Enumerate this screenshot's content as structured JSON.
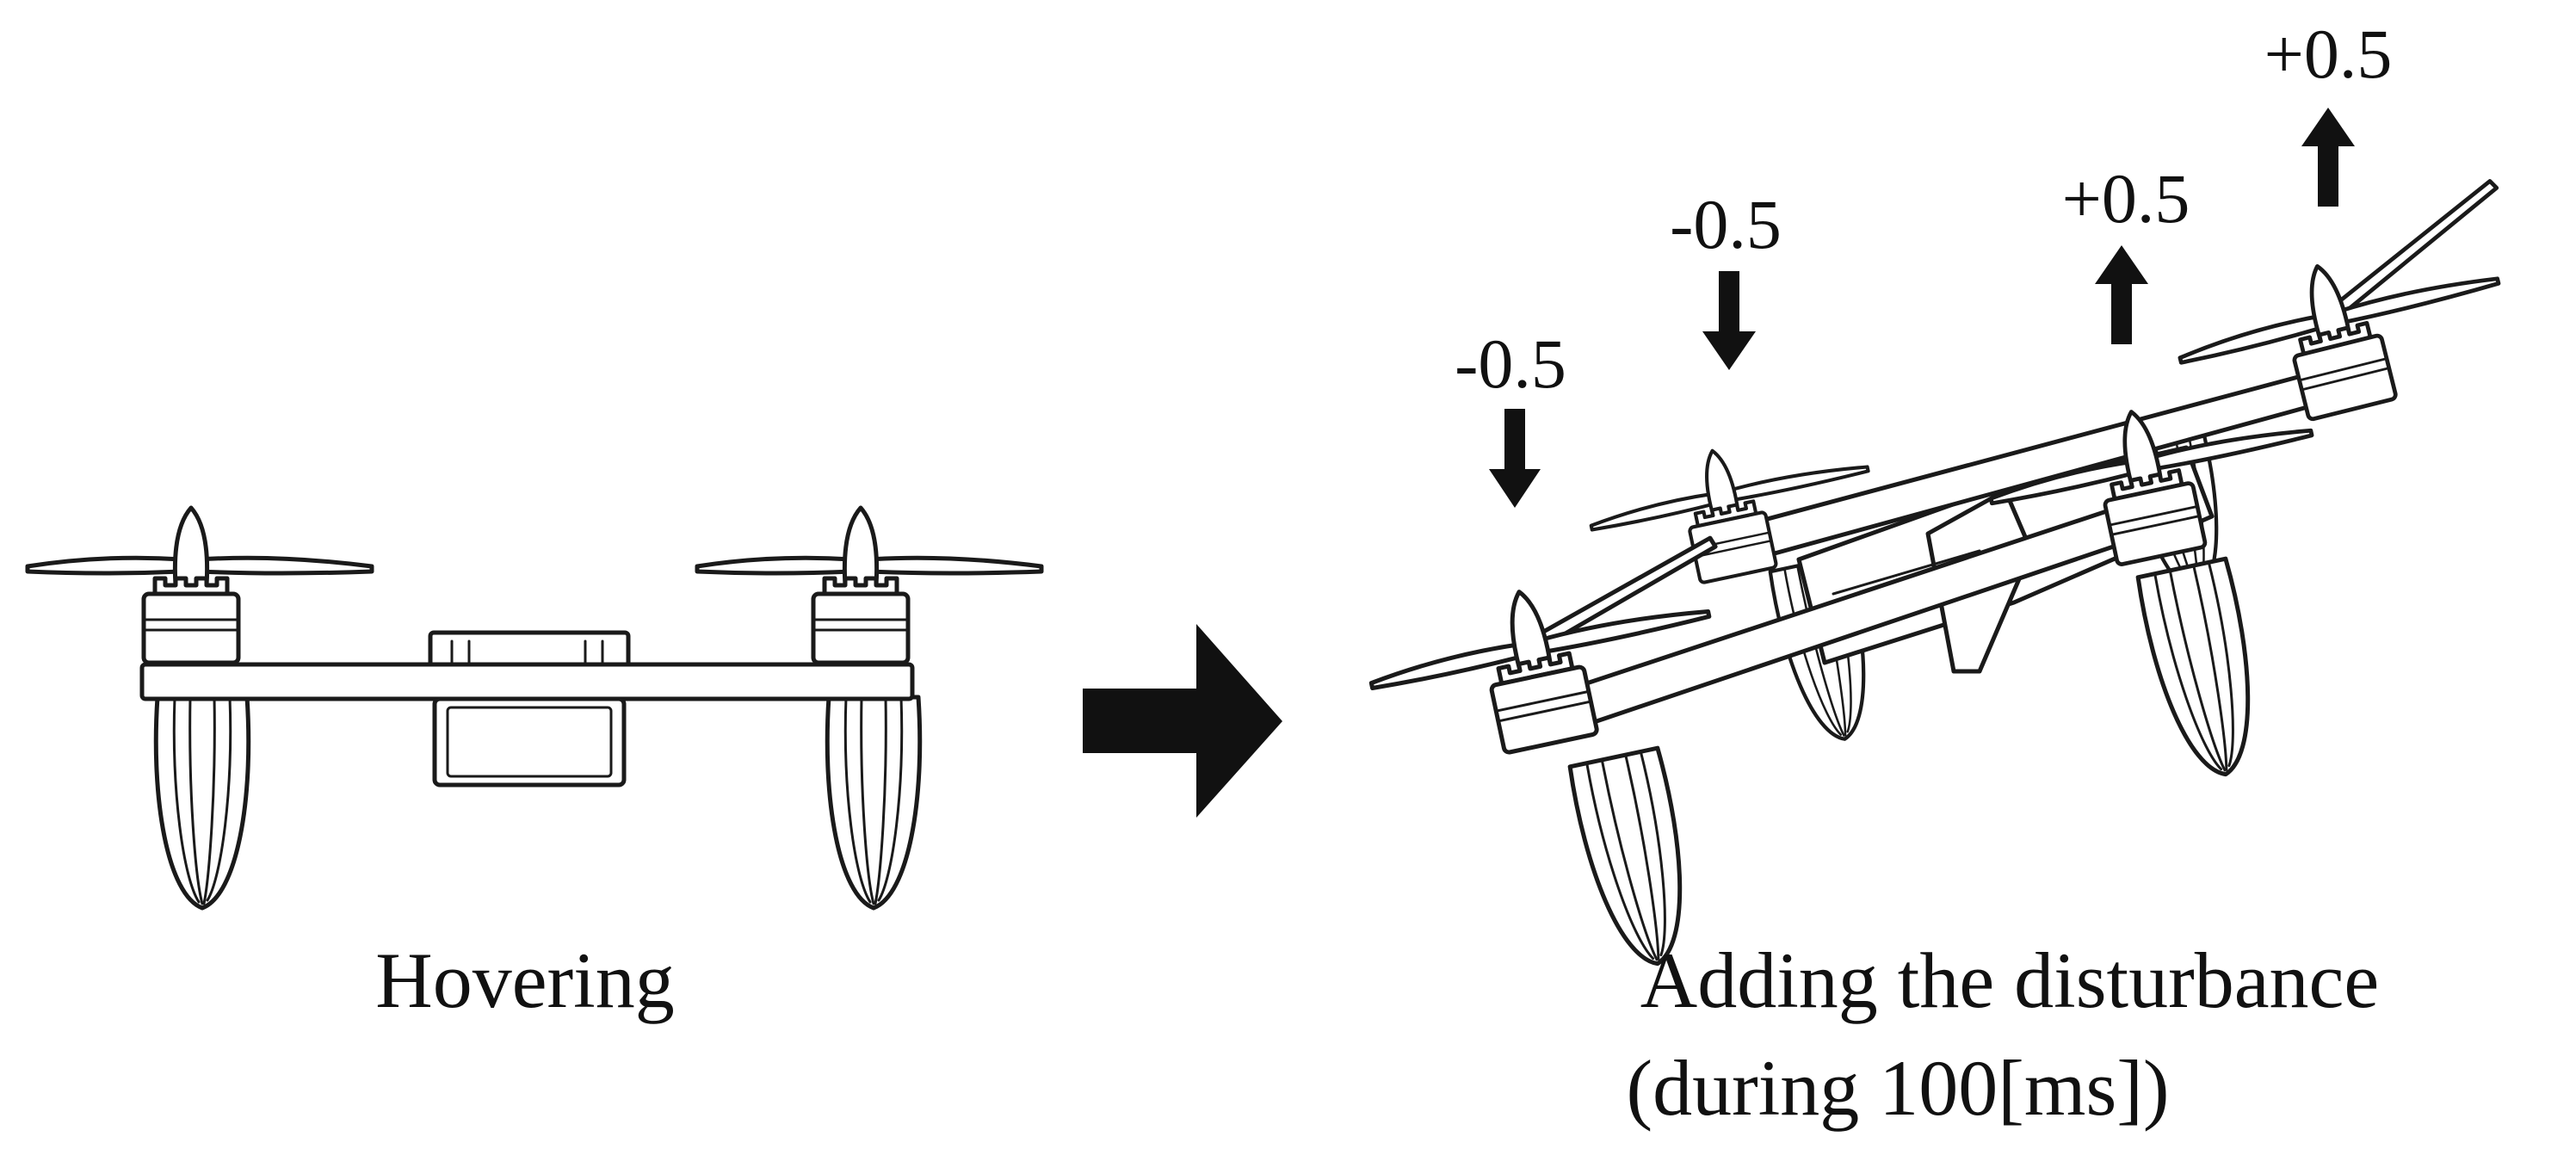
{
  "labels": {
    "left_caption": "Hovering",
    "right_caption_line1": "Adding the disturbance",
    "right_caption_line2": "(during 100[ms])"
  },
  "disturbances": [
    {
      "rotor": "front-left",
      "value": "-0.5",
      "direction": "down"
    },
    {
      "rotor": "rear-left",
      "value": "-0.5",
      "direction": "down"
    },
    {
      "rotor": "front-right",
      "value": "+0.5",
      "direction": "up"
    },
    {
      "rotor": "rear-right",
      "value": "+0.5",
      "direction": "up"
    }
  ],
  "colors": {
    "line": "#1a1a1a",
    "fill": "#ffffff",
    "arrow": "#111111"
  }
}
